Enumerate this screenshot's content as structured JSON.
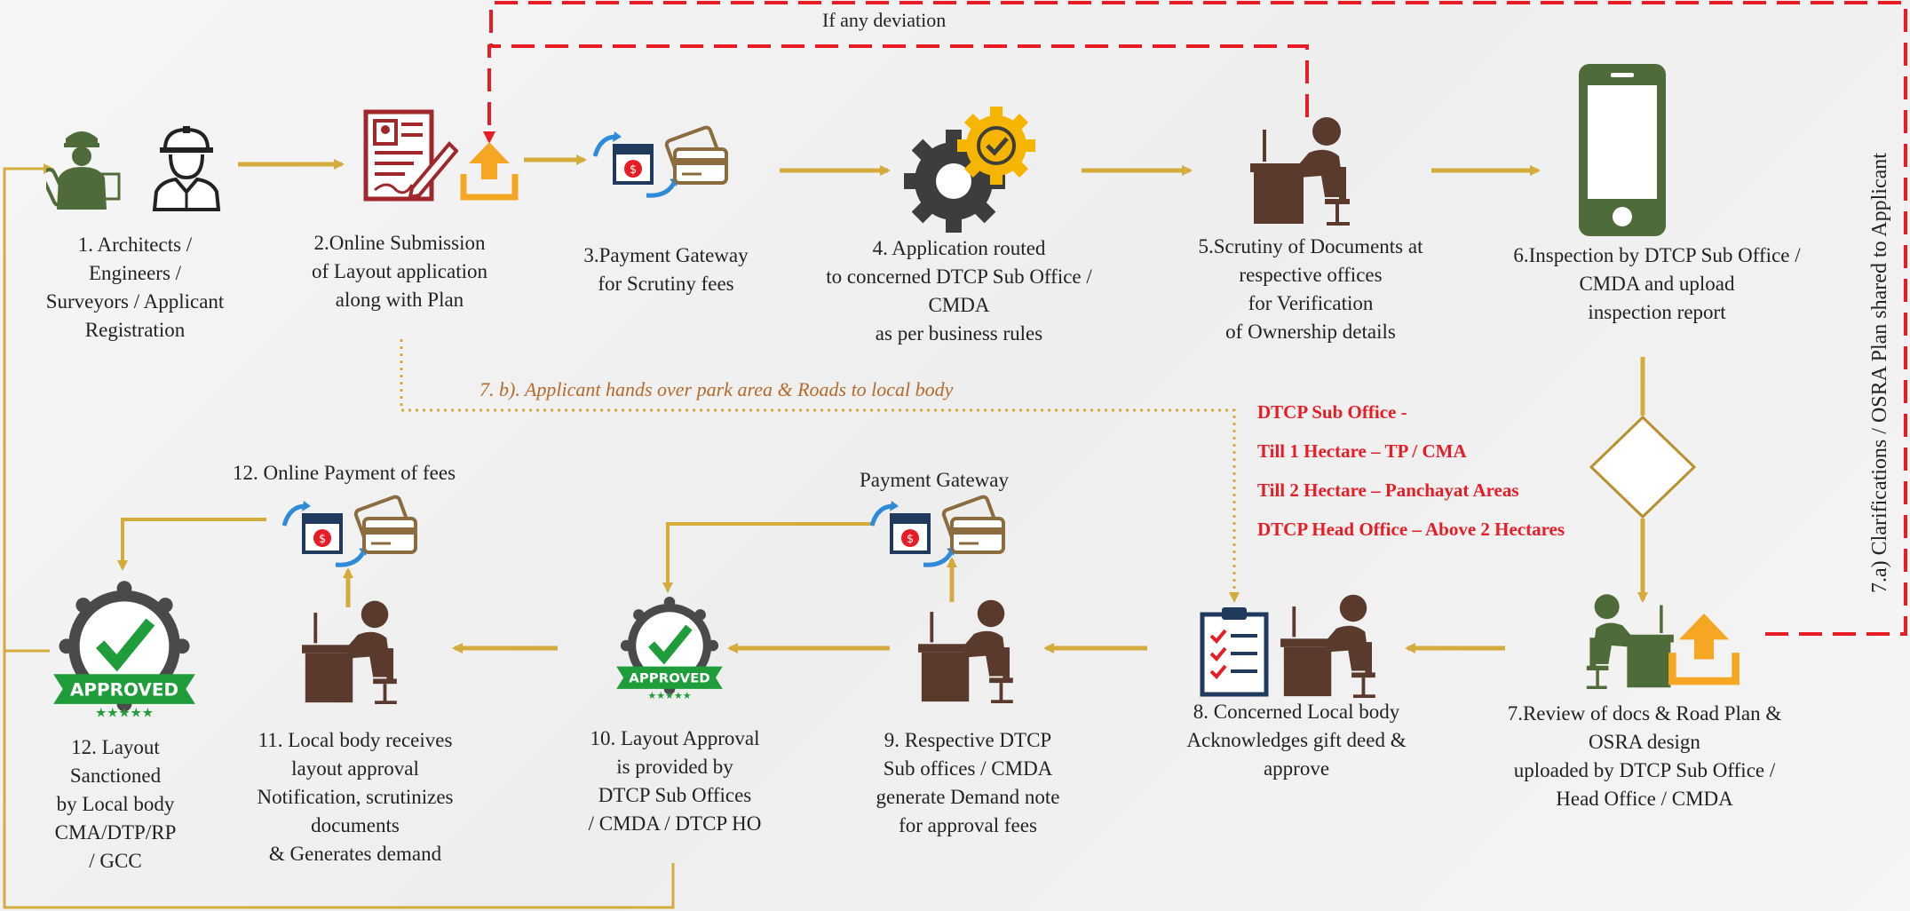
{
  "steps": {
    "s1": [
      "1.    Architects /",
      "Engineers /",
      "Surveyors / Applicant",
      "Registration"
    ],
    "s2": [
      "2.Online Submission",
      "of Layout application",
      "along with Plan"
    ],
    "s3": [
      "3.Payment Gateway",
      "for Scrutiny fees"
    ],
    "s4": [
      "4. Application routed",
      "to concerned DTCP Sub Office /",
      "CMDA",
      "as per business rules"
    ],
    "s5": [
      "5.Scrutiny of Documents at",
      "respective offices",
      "for Verification",
      "of Ownership details"
    ],
    "s6": [
      "6.Inspection by DTCP Sub Office /",
      "CMDA  and upload",
      "inspection report"
    ],
    "s7": [
      "7.Review of docs & Road Plan &",
      "OSRA design",
      "uploaded by DTCP Sub Office /",
      "Head Office / CMDA"
    ],
    "s8": [
      "8. Concerned Local body",
      "Acknowledges gift deed &",
      "approve"
    ],
    "s9": [
      "9. Respective DTCP",
      "Sub offices / CMDA",
      "generate Demand note",
      "for approval fees"
    ],
    "s10": [
      "10. Layout Approval",
      "is provided by",
      "DTCP Sub Offices",
      "/ CMDA  / DTCP HO"
    ],
    "s11": [
      "11. Local body receives",
      "layout approval",
      "Notification, scrutinizes",
      "documents",
      "& Generates demand"
    ],
    "s12": [
      "12. Layout",
      "Sanctioned",
      "by Local body",
      "CMA/DTP/RP",
      "/ GCC"
    ]
  },
  "labels": {
    "deviation": "If any deviation",
    "handover": "7. b). Applicant hands over park area & Roads to local body",
    "online_payment": "12. Online Payment of fees",
    "payment_gateway": "Payment Gateway",
    "vertical": "7.a) Clarifications / OSRA Plan shared to Applicant",
    "approved_badge": "APPROVED"
  },
  "limits": [
    "DTCP Sub Office -",
    "Till 1 Hectare – TP / CMA",
    "Till 2 Hectare – Panchayat Areas",
    "DTCP Head Office – Above 2 Hectares"
  ],
  "colors": {
    "arrow": "#d4ac3c",
    "deviation": "#e81c24",
    "person": "#5b3a2e",
    "person_green": "#4f6b3a",
    "upload": "#f5a623",
    "limits_text": "#e81c24"
  }
}
